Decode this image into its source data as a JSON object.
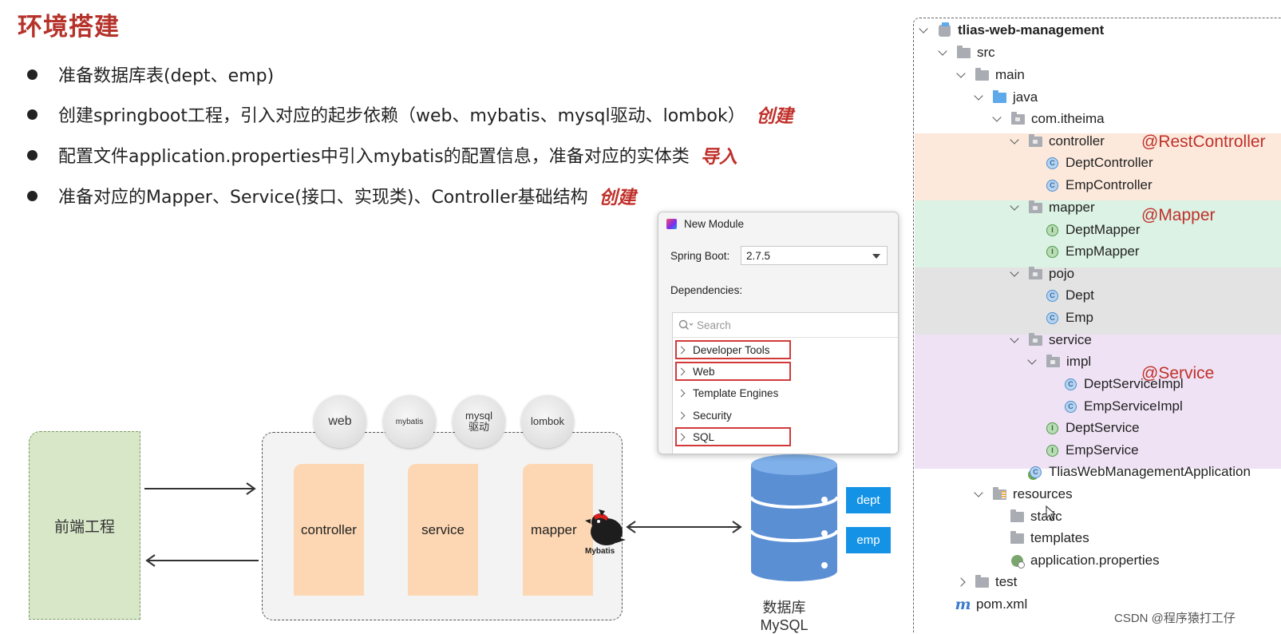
{
  "slide": {
    "title": "环境搭建",
    "bullets": [
      {
        "text": "准备数据库表(dept、emp)",
        "note": ""
      },
      {
        "text": "创建springboot工程，引入对应的起步依赖（web、mybatis、mysql驱动、lombok）",
        "note": "创建"
      },
      {
        "text": "配置文件application.properties中引入mybatis的配置信息，准备对应的实体类",
        "note": "导入"
      },
      {
        "text": "准备对应的Mapper、Service(接口、实现类)、Controller基础结构",
        "note": "创建"
      }
    ]
  },
  "diagram": {
    "frontend": "前端工程",
    "dependencies": [
      "web",
      "mybatis",
      "mysql\n驱动",
      "lombok"
    ],
    "layers": [
      "controller",
      "service",
      "mapper"
    ],
    "mybatis_label": "Mybatis",
    "database_label": "数据库\nMySQL",
    "tables": [
      "dept",
      "emp"
    ]
  },
  "dialog": {
    "title": "New Module",
    "spring_boot_label": "Spring Boot:",
    "spring_boot_version": "2.7.5",
    "dependencies_label": "Dependencies:",
    "search_placeholder": "Search",
    "items": [
      {
        "label": "Developer Tools",
        "highlighted": true
      },
      {
        "label": "Web",
        "highlighted": true
      },
      {
        "label": "Template Engines",
        "highlighted": false
      },
      {
        "label": "Security",
        "highlighted": false
      },
      {
        "label": "SQL",
        "highlighted": true
      }
    ]
  },
  "tree": {
    "rows": [
      {
        "label": "tlias-web-management",
        "icon": "module-icon",
        "expanded": "down"
      },
      {
        "label": "src",
        "icon": "folder-icon",
        "expanded": "down"
      },
      {
        "label": "main",
        "icon": "folder-icon",
        "expanded": "down"
      },
      {
        "label": "java",
        "icon": "source-folder-icon",
        "expanded": "down"
      },
      {
        "label": "com.itheima",
        "icon": "package-icon",
        "expanded": "down"
      },
      {
        "label": "controller",
        "icon": "package-icon",
        "expanded": "down"
      },
      {
        "label": "DeptController",
        "icon": "class-icon",
        "expanded": "none"
      },
      {
        "label": "EmpController",
        "icon": "class-icon",
        "expanded": "none"
      },
      {
        "label": "mapper",
        "icon": "package-icon",
        "expanded": "down"
      },
      {
        "label": "DeptMapper",
        "icon": "interface-icon",
        "expanded": "none"
      },
      {
        "label": "EmpMapper",
        "icon": "interface-icon",
        "expanded": "none"
      },
      {
        "label": "pojo",
        "icon": "package-icon",
        "expanded": "down"
      },
      {
        "label": "Dept",
        "icon": "class-icon",
        "expanded": "none"
      },
      {
        "label": "Emp",
        "icon": "class-icon",
        "expanded": "none"
      },
      {
        "label": "service",
        "icon": "package-icon",
        "expanded": "down"
      },
      {
        "label": "impl",
        "icon": "package-icon",
        "expanded": "down"
      },
      {
        "label": "DeptServiceImpl",
        "icon": "class-icon",
        "expanded": "none"
      },
      {
        "label": "EmpServiceImpl",
        "icon": "class-icon",
        "expanded": "none"
      },
      {
        "label": "DeptService",
        "icon": "interface-icon",
        "expanded": "none"
      },
      {
        "label": "EmpService",
        "icon": "interface-icon",
        "expanded": "none"
      },
      {
        "label": "TliasWebManagementApplication",
        "icon": "spring-app-class-icon",
        "expanded": "none"
      },
      {
        "label": "resources",
        "icon": "resources-folder-icon",
        "expanded": "down"
      },
      {
        "label": "static",
        "icon": "folder-icon",
        "expanded": "none"
      },
      {
        "label": "templates",
        "icon": "folder-icon",
        "expanded": "none"
      },
      {
        "label": "application.properties",
        "icon": "properties-file-icon",
        "expanded": "none"
      },
      {
        "label": "test",
        "icon": "folder-icon",
        "expanded": "right"
      },
      {
        "label": "pom.xml",
        "icon": "maven-icon",
        "expanded": "none"
      }
    ],
    "annotations": {
      "controller": "@RestController",
      "mapper": "@Mapper",
      "service": "@Service"
    }
  },
  "watermark": "CSDN @程序猿打工仔",
  "colors": {
    "title": "#b5322a",
    "note": "#c0302a",
    "band_controller": "#fce9dc",
    "band_mapper": "#dcf2e4",
    "band_pojo": "#e3e3e3",
    "band_service": "#efe2f4",
    "table_tag": "#1493e6"
  }
}
